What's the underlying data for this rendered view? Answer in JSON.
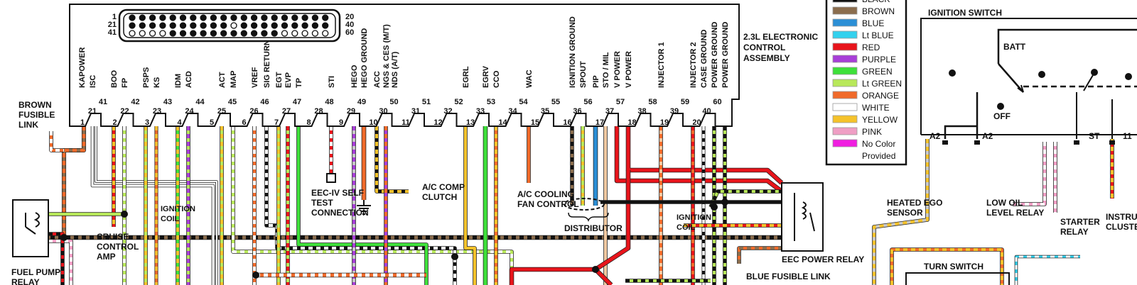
{
  "colors": {
    "black": "#111111",
    "brown": "#8b6d4d",
    "blue": "#2b8fd6",
    "ltblue": "#33d1ee",
    "red": "#e8141b",
    "purple": "#a83ed8",
    "green": "#3ee03a",
    "ltgreen": "#b8e85a",
    "orange": "#f06a2a",
    "white": "#ffffff",
    "yellow": "#f5c22a",
    "pink": "#ef9ec4",
    "magenta": "#f01ee0",
    "peach": "#f0c8a0",
    "grey": "#c8c8c8"
  },
  "module": {
    "title_lines": [
      "2.3L ELECTRONIC",
      "CONTROL",
      "ASSEMBLY"
    ],
    "connector_rows": [
      {
        "left": "1",
        "right": "20"
      },
      {
        "left": "21",
        "right": "40"
      },
      {
        "left": "41",
        "right": "60"
      }
    ],
    "functions": [
      "KAPOWER",
      "ISC",
      "BOO",
      "FP",
      "PSPS",
      "KS",
      "IDM",
      "ACD",
      "ACT",
      "MAP",
      "VREF",
      "SIG RETURN",
      "EGT",
      "EVP",
      "TP",
      "STI",
      "HEGO",
      "HEGO GROUND",
      "ACC",
      "NGS & CES (M/T)",
      "NDS (A/T)",
      "EGRL",
      "EGRV",
      "CCO",
      "WAC",
      "IGNITION GROUND",
      "SPOUT",
      "PIP",
      "STO / MIL",
      "V POWER",
      "V POWER",
      "INJECTOR 1",
      "INJECTOR 2",
      "CASE GROUND",
      "POWER GROUND",
      "POWER GROUND"
    ],
    "top_pins": [
      "41",
      "42",
      "43",
      "44",
      "45",
      "46",
      "47",
      "48",
      "49",
      "50",
      "51",
      "52",
      "53",
      "54",
      "55",
      "56",
      "57",
      "58",
      "59",
      "60"
    ],
    "mid_pins": [
      "21",
      "22",
      "23",
      "24",
      "25",
      "26",
      "27",
      "28",
      "29",
      "30",
      "31",
      "32",
      "33",
      "34",
      "35",
      "36",
      "37",
      "38",
      "39",
      "40"
    ],
    "bottom_pins": [
      "1",
      "2",
      "3",
      "4",
      "5",
      "6",
      "7",
      "8",
      "9",
      "10",
      "11",
      "12",
      "13",
      "14",
      "15",
      "16",
      "17",
      "18",
      "19",
      "20"
    ]
  },
  "legend": [
    {
      "name": "BLACK",
      "swatch": "#111111"
    },
    {
      "name": "BROWN",
      "swatch": "#8b6d4d"
    },
    {
      "name": "BLUE",
      "swatch": "#2b8fd6"
    },
    {
      "name": "Lt BLUE",
      "swatch": "#33d1ee"
    },
    {
      "name": "RED",
      "swatch": "#e8141b"
    },
    {
      "name": "PURPLE",
      "swatch": "#a83ed8"
    },
    {
      "name": "GREEN",
      "swatch": "#3ee03a"
    },
    {
      "name": "Lt GREEN",
      "swatch": "#b8e85a"
    },
    {
      "name": "ORANGE",
      "swatch": "#f06a2a"
    },
    {
      "name": "WHITE",
      "swatch": "#ffffff"
    },
    {
      "name": "YELLOW",
      "swatch": "#f5c22a"
    },
    {
      "name": "PINK",
      "swatch": "#ef9ec4"
    },
    {
      "name": "No Color",
      "swatch": "#f01ee0"
    },
    {
      "name": "Provided",
      "swatch": ""
    }
  ],
  "labels": {
    "brown_fusible_link": [
      "BROWN",
      "FUSIBLE",
      "LINK"
    ],
    "fuel_pump_relay": [
      "FUEL PUMP",
      "RELAY"
    ],
    "cruise_control": [
      "CRUISE",
      "CONTROL",
      "AMP"
    ],
    "ignition_coil_left": [
      "IGNITION",
      "COIL"
    ],
    "eec_self_test": [
      "EEC-IV SELF",
      "TEST",
      "CONNECTION"
    ],
    "ac_comp_clutch": [
      "A/C COMP",
      "CLUTCH"
    ],
    "ac_cooling_fan": [
      "A/C COOLING",
      "FAN CONTROL"
    ],
    "distributor": "DISTRIBUTOR",
    "ignition_coil_right": [
      "IGNITION",
      "COIL"
    ],
    "eec_power_relay": "EEC POWER RELAY",
    "blue_fusible_link": "BLUE FUSIBLE LINK",
    "ignition_switch": "IGNITION SWITCH",
    "batt": "BATT",
    "off": "OFF",
    "a2_left": "A2",
    "a2_right": "A2",
    "st": "ST",
    "eleven": "11",
    "heated_ego": [
      "HEATED EGO",
      "SENSOR"
    ],
    "low_oil": [
      "LOW OIL",
      "LEVEL RELAY"
    ],
    "starter_relay": [
      "STARTER",
      "RELAY"
    ],
    "instrument_cluster": [
      "INSTRUM",
      "CLUSTER"
    ],
    "turn_switch": "TURN SWITCH"
  }
}
